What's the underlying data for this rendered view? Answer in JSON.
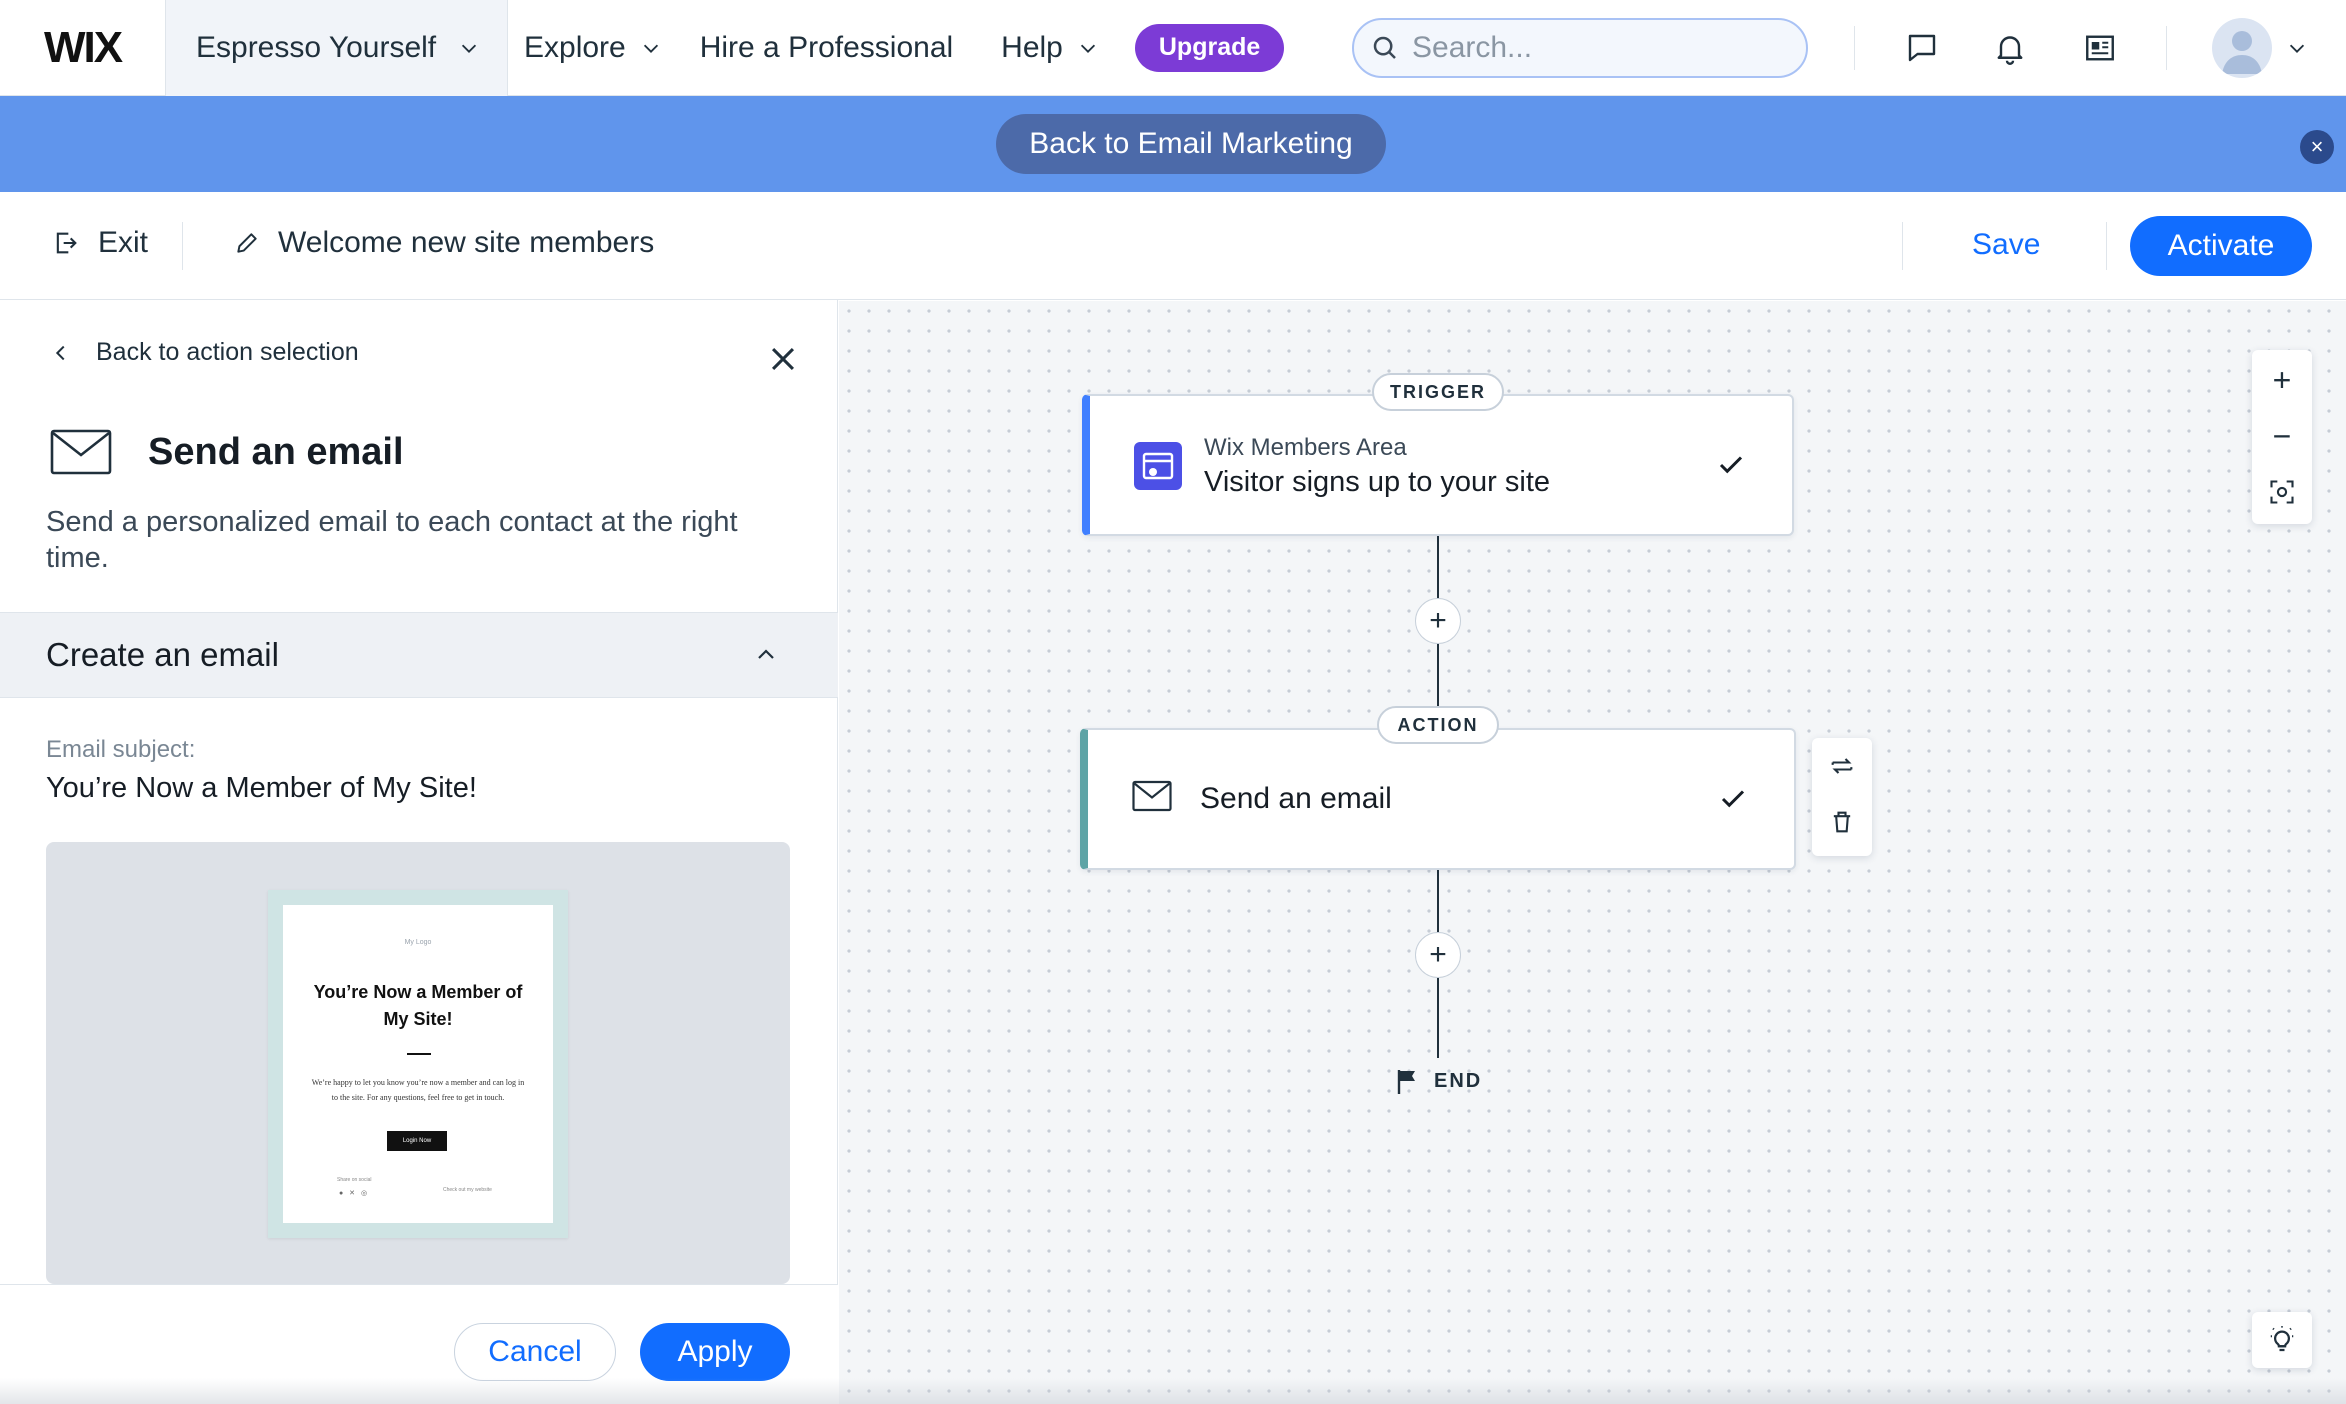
{
  "topnav": {
    "logo": "WIX",
    "site_name": "Espresso Yourself",
    "explore": "Explore",
    "hire": "Hire a Professional",
    "help": "Help",
    "upgrade": "Upgrade",
    "search_placeholder": "Search..."
  },
  "banner": {
    "back_label": "Back to Email Marketing",
    "close": "×"
  },
  "editorbar": {
    "exit": "Exit",
    "automation_name": "Welcome new site members",
    "save": "Save",
    "activate": "Activate"
  },
  "panel": {
    "back": "Back to action selection",
    "title": "Send an email",
    "description": "Send a personalized email to each contact at the right time.",
    "section_title": "Create an email",
    "subject_label": "Email subject:",
    "subject_value": "You’re Now a Member of My Site!",
    "preview": {
      "logo": "My Logo",
      "title": "You’re Now a Member of My Site!",
      "body": "We’re happy to let you know you’re now a member and can log in to the site. For any questions, feel free to get in touch.",
      "button": "Login Now",
      "footer_left": "Share on social",
      "footer_right": "Check out my website"
    },
    "cancel": "Cancel",
    "apply": "Apply"
  },
  "flow": {
    "trigger_tag": "TRIGGER",
    "trigger_source": "Wix Members Area",
    "trigger_title": "Visitor signs up to your site",
    "action_tag": "ACTION",
    "action_title": "Send an email",
    "end": "END",
    "plus": "+"
  },
  "zoom": {
    "in": "+",
    "out": "−"
  },
  "colors": {
    "primary": "#116dff",
    "upgrade": "#7c3bd6",
    "banner": "#6095ec",
    "trigger_accent": "#3f7fff",
    "action_accent": "#5ea4a6"
  }
}
